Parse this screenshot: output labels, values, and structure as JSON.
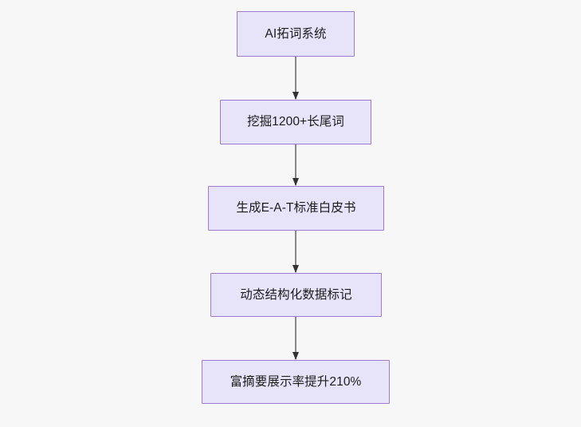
{
  "diagram": {
    "type": "flowchart",
    "orientation": "top-to-bottom",
    "background_color": "#f7f7f8",
    "node_fill_color": "#e7e4fa",
    "node_border_color": "#9d79d2",
    "node_text_color": "#1c1c1c",
    "edge_color": "#888888",
    "arrowhead_color": "#333333",
    "nodes": [
      {
        "id": "node-0",
        "label": "AI拓词系统"
      },
      {
        "id": "node-1",
        "label": "挖掘1200+长尾词"
      },
      {
        "id": "node-2",
        "label": "生成E-A-T标准白皮书"
      },
      {
        "id": "node-3",
        "label": "动态结构化数据标记"
      },
      {
        "id": "node-4",
        "label": "富摘要展示率提升210%"
      }
    ],
    "edges": [
      {
        "id": "edge-0",
        "from": "node-0",
        "to": "node-1"
      },
      {
        "id": "edge-1",
        "from": "node-1",
        "to": "node-2"
      },
      {
        "id": "edge-2",
        "from": "node-2",
        "to": "node-3"
      },
      {
        "id": "edge-3",
        "from": "node-3",
        "to": "node-4"
      }
    ]
  }
}
